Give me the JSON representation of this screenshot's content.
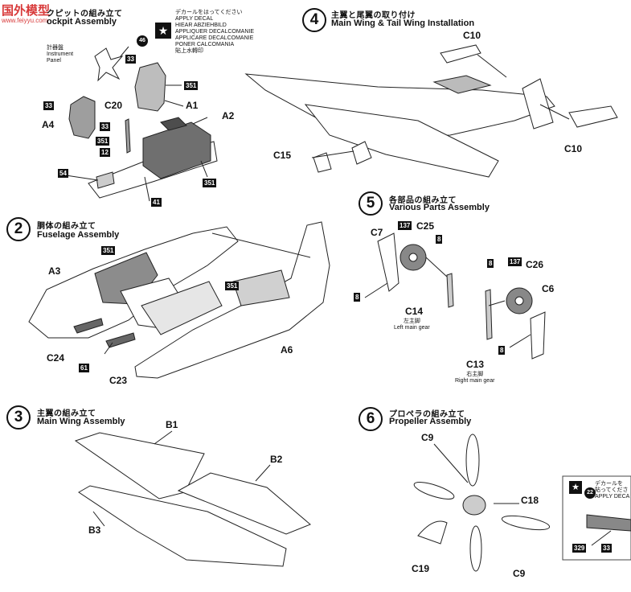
{
  "watermark": {
    "main": "国外模型",
    "sub": "www.feiyyu.com"
  },
  "decal_notice": {
    "lines": [
      "デカールをはってください",
      "APPLY DECAL",
      "HIEAR ABZIEHBILD",
      "APPLIQUER DECALCOMANIE",
      "APPLICARE DECALCOMANIE",
      "PONER CALCOMANIA",
      "貼上水轉印"
    ]
  },
  "step1": {
    "ja": "クピットの組み立て",
    "en": "ockpit Assembly",
    "instrument_panel": [
      "計器盤",
      "Instrument",
      "Panel"
    ],
    "labels": {
      "c20": "C20",
      "a1": "A1",
      "a2": "A2",
      "a4": "A4"
    },
    "boxes": {
      "b33a": "33",
      "b33b": "33",
      "b33c": "33",
      "b351a": "351",
      "b351b": "351",
      "b351c": "351",
      "b12": "12",
      "b54": "54",
      "b41": "41"
    },
    "circ46": "46"
  },
  "step2": {
    "num": "2",
    "ja": "胴体の組み立て",
    "en": "Fuselage Assembly",
    "labels": {
      "a3": "A3",
      "a6": "A6",
      "c24": "C24",
      "c23": "C23"
    },
    "boxes": {
      "b351a": "351",
      "b351b": "351",
      "b61": "61"
    }
  },
  "step3": {
    "num": "3",
    "ja": "主翼の組み立て",
    "en": "Main Wing Assembly",
    "labels": {
      "b1": "B1",
      "b2": "B2",
      "b3": "B3"
    }
  },
  "step4": {
    "num": "4",
    "ja": "主翼と尾翼の取り付け",
    "en": "Main Wing & Tail Wing Installation",
    "labels": {
      "c10a": "C10",
      "c10b": "C10",
      "c15": "C15"
    }
  },
  "step5": {
    "num": "5",
    "ja": "各部品の組み立て",
    "en": "Various Parts Assembly",
    "labels": {
      "c7": "C7",
      "c25": "C25",
      "c26": "C26",
      "c6": "C6",
      "c14": "C14",
      "c13": "C13"
    },
    "boxes": {
      "b137a": "137",
      "b137b": "137",
      "b8a": "8",
      "b8b": "8",
      "b8c": "8",
      "b8d": "8"
    },
    "left_gear": {
      "ja": "左主脚",
      "en": "Left main gear"
    },
    "right_gear": {
      "ja": "右主脚",
      "en": "Right main gear"
    }
  },
  "step6": {
    "num": "6",
    "ja": "プロペラの組み立て",
    "en": "Propeller Assembly",
    "labels": {
      "c9a": "C9",
      "c9b": "C9",
      "c18": "C18",
      "c19": "C19"
    }
  },
  "side_note": {
    "lines": [
      "デカールを",
      "貼ってくださ",
      "APPLY DECA"
    ],
    "circ": "22",
    "b329": "329",
    "b33": "33"
  }
}
